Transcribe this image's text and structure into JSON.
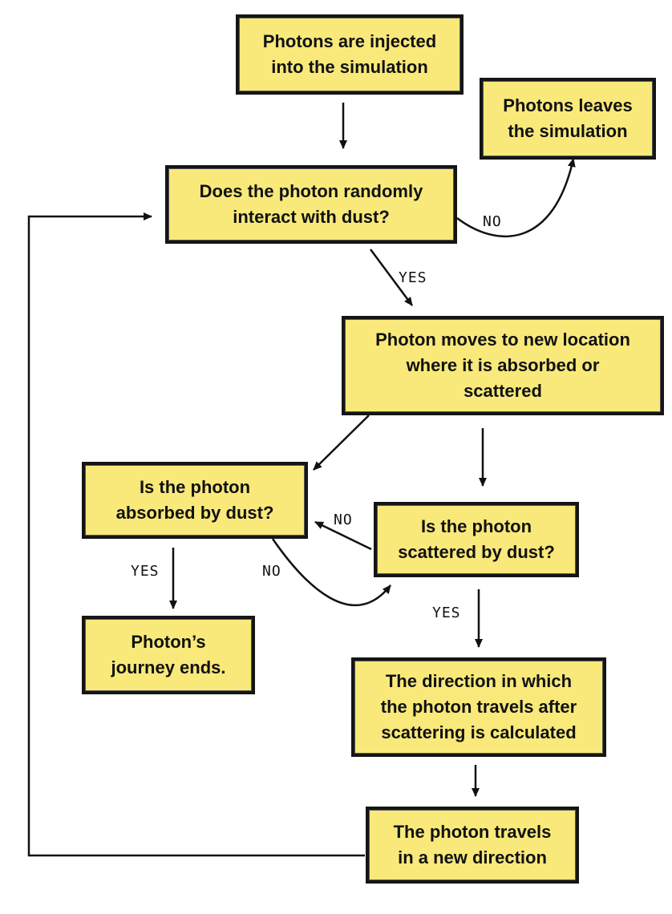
{
  "nodes": {
    "start": "Photons are injected\ninto the simulation",
    "leaves": "Photons leaves\nthe simulation",
    "interact": "Does the photon randomly\ninteract with dust?",
    "moves": "Photon moves to new location\nwhere it is absorbed or\nscattered",
    "absorbed": "Is the photon\nabsorbed by dust?",
    "scattered": "Is the photon\nscattered by dust?",
    "ends": "Photon’s\njourney ends.",
    "direction": "The direction in which\nthe photon travels after\nscattering is calculated",
    "travels": "The photon travels\nin a new direction"
  },
  "labels": {
    "interact_no": "NO",
    "interact_yes": "YES",
    "scatter_no": "NO",
    "absorb_no": "NO",
    "absorb_yes": "YES",
    "scatter_yes": "YES"
  },
  "colors": {
    "box_fill": "#f8e97a",
    "box_border": "#151515",
    "line": "#111111"
  }
}
